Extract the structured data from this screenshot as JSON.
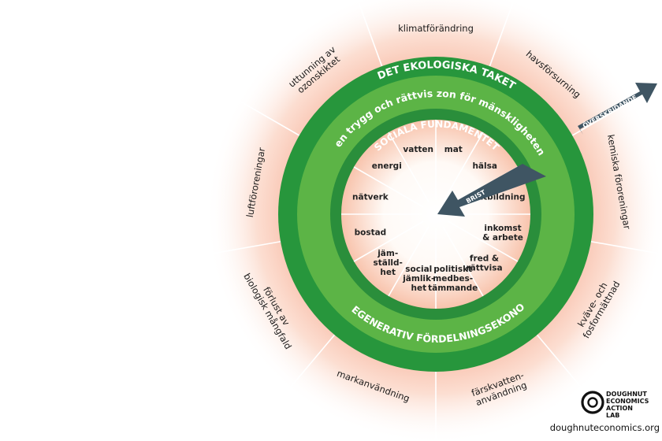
{
  "outer_sectors": [
    {
      "id": "climate",
      "lines": [
        "klimatförändring"
      ]
    },
    {
      "id": "ocean",
      "lines": [
        "havsförsurning"
      ]
    },
    {
      "id": "chemical",
      "lines": [
        "kemiska föroreningar"
      ]
    },
    {
      "id": "nitrogen",
      "lines": [
        "kväve- och",
        "fosformättnad"
      ]
    },
    {
      "id": "freshwater",
      "lines": [
        "färskvatten-",
        "användning"
      ]
    },
    {
      "id": "land",
      "lines": [
        "markanvändning"
      ]
    },
    {
      "id": "biodiversity",
      "lines": [
        "förlust av",
        "biologisk mångfald"
      ]
    },
    {
      "id": "air",
      "lines": [
        "luftföroreningar"
      ]
    },
    {
      "id": "ozone",
      "lines": [
        "uttunning av",
        "ozonskiktet"
      ]
    }
  ],
  "bands": {
    "ceiling": "DET EKOLOGISKA TAKET",
    "safe_zone": "en trygg och rättvis zon för mänskligheten",
    "foundation": "SOCIALA FUNDAMENTET",
    "regenerative": "REGENERATIV FÖRDELNINGSEKONOMI"
  },
  "inner_sectors": [
    {
      "id": "food",
      "lines": [
        "mat"
      ]
    },
    {
      "id": "health",
      "lines": [
        "hälsa"
      ]
    },
    {
      "id": "education",
      "lines": [
        "utbildning"
      ]
    },
    {
      "id": "income",
      "lines": [
        "inkomst",
        "& arbete"
      ]
    },
    {
      "id": "peace",
      "lines": [
        "fred &",
        "rättvisa"
      ]
    },
    {
      "id": "political",
      "lines": [
        "politiskt",
        "medbes-",
        "tämmande"
      ]
    },
    {
      "id": "social_equity",
      "lines": [
        "social",
        "jämlik-",
        "het"
      ]
    },
    {
      "id": "gender",
      "lines": [
        "jäm-",
        "ställd-",
        "het"
      ]
    },
    {
      "id": "housing",
      "lines": [
        "bostad"
      ]
    },
    {
      "id": "networks",
      "lines": [
        "nätverk"
      ]
    },
    {
      "id": "energy",
      "lines": [
        "energi"
      ]
    },
    {
      "id": "water",
      "lines": [
        "vatten"
      ]
    }
  ],
  "arrows": {
    "overshoot": "ÖVERSKRIDANDE",
    "shortfall": "BRIST"
  },
  "logo": {
    "lines": [
      "DOUGHNUT",
      "ECONOMICS",
      "ACTION",
      "LAB"
    ],
    "url": "doughnuteconomics.org"
  },
  "colors": {
    "ceiling_band": "#27963c",
    "safe_zone_band": "#5cb446",
    "foundation_band": "#2a8e3b",
    "overshoot_glow": "#f6a98f",
    "arrow": "#3f5563",
    "divider": "#ffffff"
  }
}
